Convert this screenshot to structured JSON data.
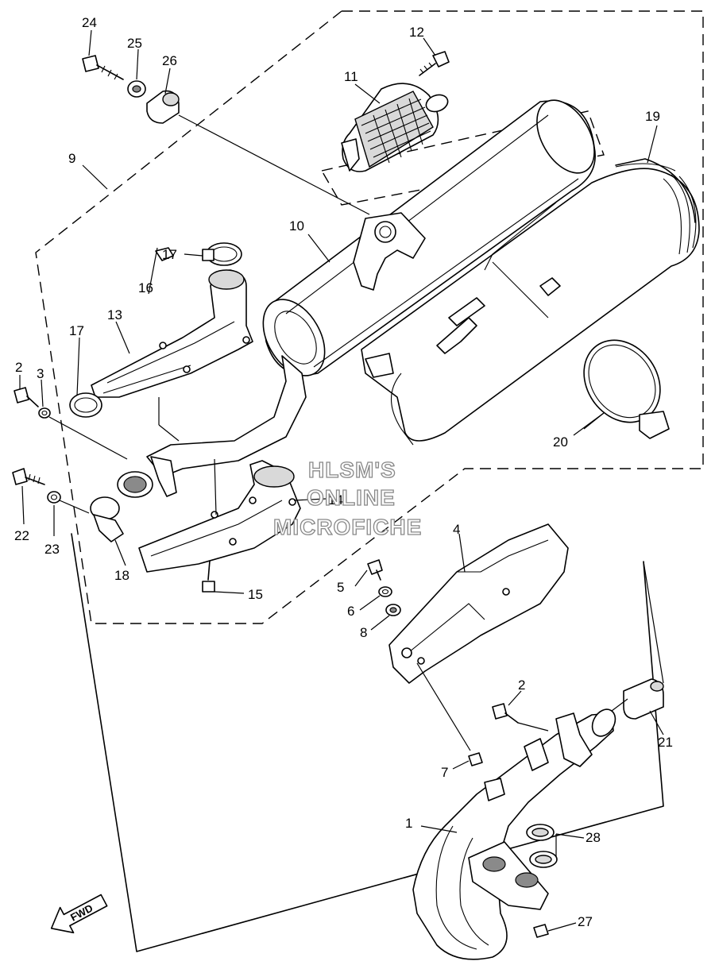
{
  "watermark": {
    "line1": "HLSM'S",
    "line2": "ONLINE",
    "line3": "MICROFICHE"
  },
  "direction_label": "FWD",
  "callouts": {
    "c1": "1",
    "c2a": "2",
    "c2b": "2",
    "c3": "3",
    "c4": "4",
    "c5": "5",
    "c6": "6",
    "c7": "7",
    "c8": "8",
    "c9": "9",
    "c10": "10",
    "c11": "11",
    "c12": "12",
    "c13": "13",
    "c14": "14",
    "c15": "15",
    "c16": "16",
    "c17a": "17",
    "c17b": "17",
    "c18": "18",
    "c19": "19",
    "c20": "20",
    "c21": "21",
    "c22": "22",
    "c23": "23",
    "c24": "24",
    "c25": "25",
    "c26": "26",
    "c27": "27",
    "c28": "28"
  }
}
